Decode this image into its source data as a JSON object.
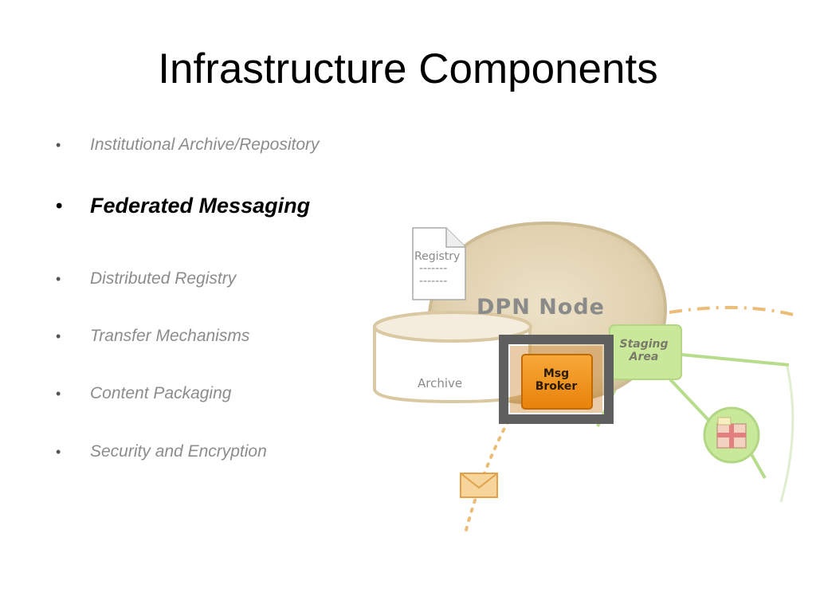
{
  "slide": {
    "title": "Infrastructure Components",
    "bullets": [
      {
        "label": "Institutional Archive/Repository",
        "active": false
      },
      {
        "label": "Federated Messaging",
        "active": true
      },
      {
        "label": "Distributed Registry",
        "active": false
      },
      {
        "label": "Transfer Mechanisms",
        "active": false
      },
      {
        "label": "Content Packaging",
        "active": false
      },
      {
        "label": "Security and Encryption",
        "active": false
      }
    ],
    "bullet_char": "•"
  },
  "diagram": {
    "node_label": "DPN Node",
    "registry_label": "Registry",
    "registry_lines": [
      "-------",
      "-------"
    ],
    "archive_label": "Archive",
    "staging_label": [
      "Staging",
      "Area"
    ],
    "broker_label": [
      "Msg",
      "Broker"
    ],
    "icons": [
      "document-icon",
      "database-cylinder-icon",
      "envelope-icon",
      "package-icon"
    ],
    "colors": {
      "node_fill": "#d8c7a2",
      "broker_fill": "#f08c10",
      "broker_frame": "#5f5f5f",
      "staging_fill": "#c9e89a",
      "link_orange": "#ebbd78",
      "link_green": "#b6dc8c"
    }
  }
}
